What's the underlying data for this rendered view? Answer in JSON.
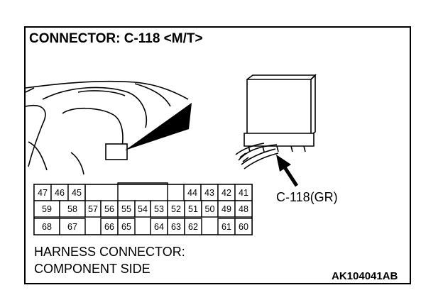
{
  "title": "CONNECTOR: C-118 <M/T>",
  "callout_label": "C-118(GR)",
  "harness_label": {
    "line1": "HARNESS CONNECTOR:",
    "line2": "COMPONENT SIDE"
  },
  "figure_id": "AK104041AB",
  "connector": {
    "rows": [
      [
        "47",
        "46",
        "45",
        "",
        "",
        "",
        "",
        "",
        "",
        "44",
        "43",
        "42",
        "41"
      ],
      [
        "59",
        "58",
        "57",
        "56",
        "55",
        "54",
        "53",
        "52",
        "51",
        "50",
        "49",
        "48"
      ],
      [
        "68",
        "67",
        "",
        "66",
        "65",
        "",
        "64",
        "63",
        "62",
        "",
        "61",
        "60"
      ]
    ]
  }
}
